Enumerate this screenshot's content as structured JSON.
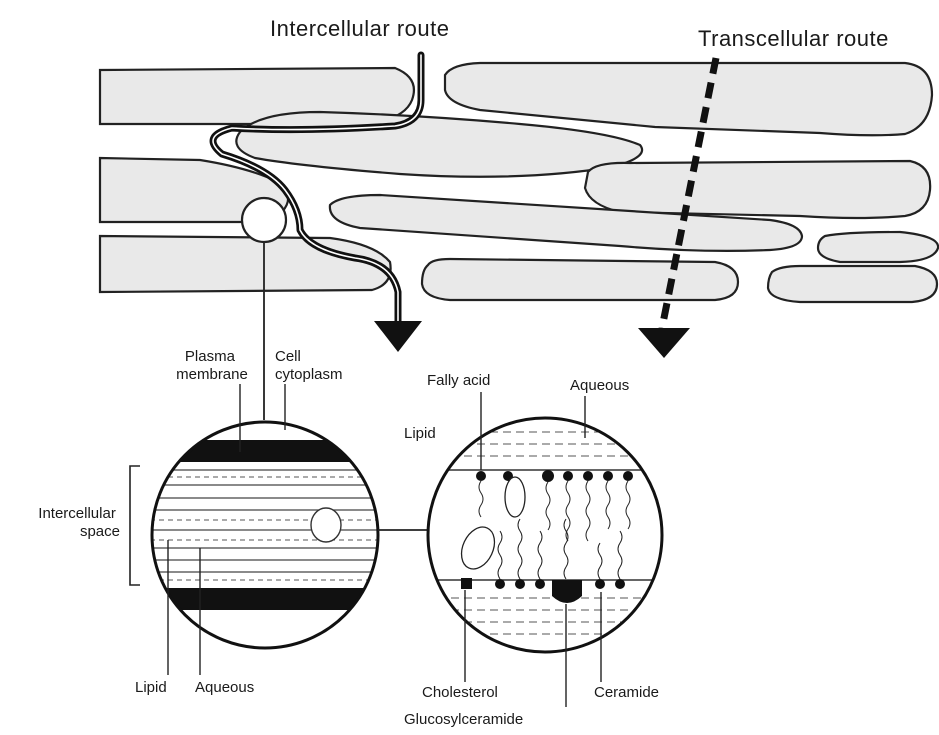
{
  "routes": {
    "intercellular": "Intercellular route",
    "transcellular": "Transcellular route"
  },
  "left_circle": {
    "plasma_membrane": [
      "Plasma",
      "membrane"
    ],
    "cell_cytoplasm": [
      "Cell",
      "cytoplasm"
    ],
    "intercellular_space": [
      "Intercellular",
      "space"
    ],
    "lipid": "Lipid",
    "aqueous": "Aqueous"
  },
  "right_circle": {
    "fatty_acid": "Fally acid",
    "aqueous": "Aqueous",
    "lipid": "Lipid",
    "cholesterol": "Cholesterol",
    "glucosylceramide": "Glucosylceramide",
    "ceramide": "Ceramide"
  },
  "colors": {
    "ink": "#1a1a1a",
    "cell_fill": "#e9e9e9",
    "band": "#111111"
  }
}
